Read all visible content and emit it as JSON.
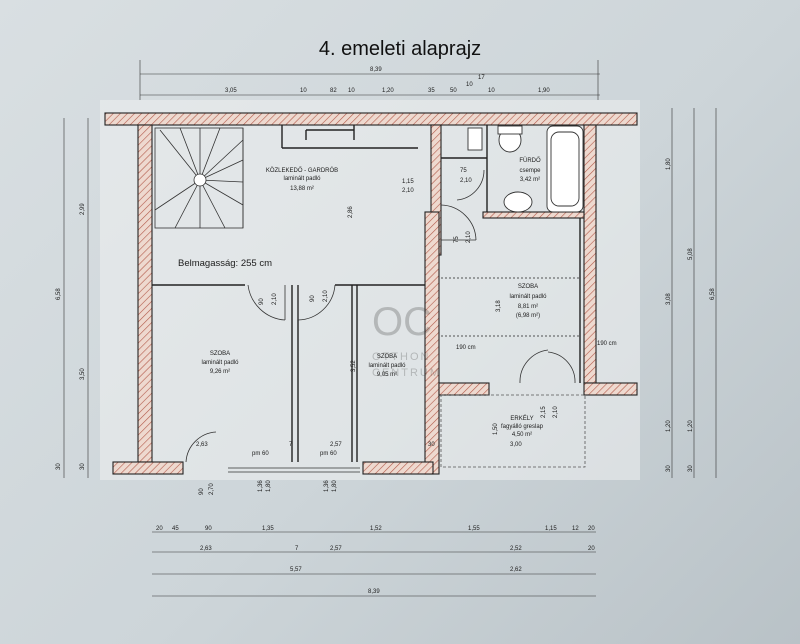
{
  "title": "4. emeleti alaprajz",
  "ceiling_height": "Belmagasság: 255 cm",
  "rooms": {
    "corridor": {
      "name": "KÖZLEKEDŐ - GARDRÓB",
      "floor": "laminált padló",
      "area": "13,88 m²"
    },
    "bath": {
      "name": "FÜRDŐ",
      "floor": "csempe",
      "area": "3,42 m²"
    },
    "room_right": {
      "name": "SZOBA",
      "floor": "laminált padló",
      "area": "8,81 m²",
      "area2": "(6,98 m²)"
    },
    "room_left": {
      "name": "SZOBA",
      "floor": "laminált padló",
      "area": "9,26 m²"
    },
    "room_mid": {
      "name": "SZOBA",
      "floor": "laminált padló",
      "area": "9,05 m²"
    },
    "balcony": {
      "name": "ERKÉLY",
      "floor": "fagyálló greslap",
      "area": "4,50 m²"
    }
  },
  "dims": {
    "top_total": "8,39",
    "top_17": "17",
    "top_10": "10",
    "top_row": [
      "3,05",
      "10",
      "82",
      "10",
      "1,20",
      "35",
      "50",
      "10",
      "1,90"
    ],
    "right_col1": [
      "1,80",
      "3,08",
      "1,20",
      "30"
    ],
    "right_col2": [
      "5,08",
      "1,20",
      "30"
    ],
    "right_total": "6,58",
    "left_outer": "6,58",
    "left_col1": [
      "2,99",
      "3,50",
      "30"
    ],
    "left_col2": [
      "30"
    ],
    "bottom_row1": [
      "20",
      "45",
      "90",
      "1,35",
      "1,52",
      "1,55",
      "1,15",
      "12",
      "20"
    ],
    "bottom_row2": [
      "2,63",
      "7",
      "2,57",
      "2,52",
      "20"
    ],
    "bottom_row3": [
      "5,57",
      "2,62"
    ],
    "bottom_total": "8,39",
    "interior": {
      "d_115": "1,15",
      "d_210a": "2,10",
      "d_75": "75",
      "d_210b": "2,10",
      "d_75b": "75",
      "d_210c": "2,10",
      "d_90a": "90",
      "d_210d": "2,10",
      "d_90b": "90",
      "d_210e": "2,10",
      "d_286": "2,86",
      "d_352": "3,52",
      "d_318": "3,18",
      "d_190l": "190 cm",
      "d_190r": "190 cm",
      "d_150": "1,50",
      "d_215": "2,15",
      "d_210f": "2,10",
      "d_300": "3,00",
      "d_263": "2,63",
      "d_7": "7",
      "d_257": "2,57",
      "d_30": "30",
      "d_90c": "90",
      "d_270": "2,70",
      "d_pm1": "pm 60",
      "d_pm2": "pm 60",
      "d_136a": "1,36",
      "d_180a": "1,80",
      "d_136b": "1,36",
      "d_180b": "1,80"
    }
  },
  "watermark": {
    "logo": "OC",
    "line1": "OTTHON",
    "line2": "CENTRUM"
  }
}
